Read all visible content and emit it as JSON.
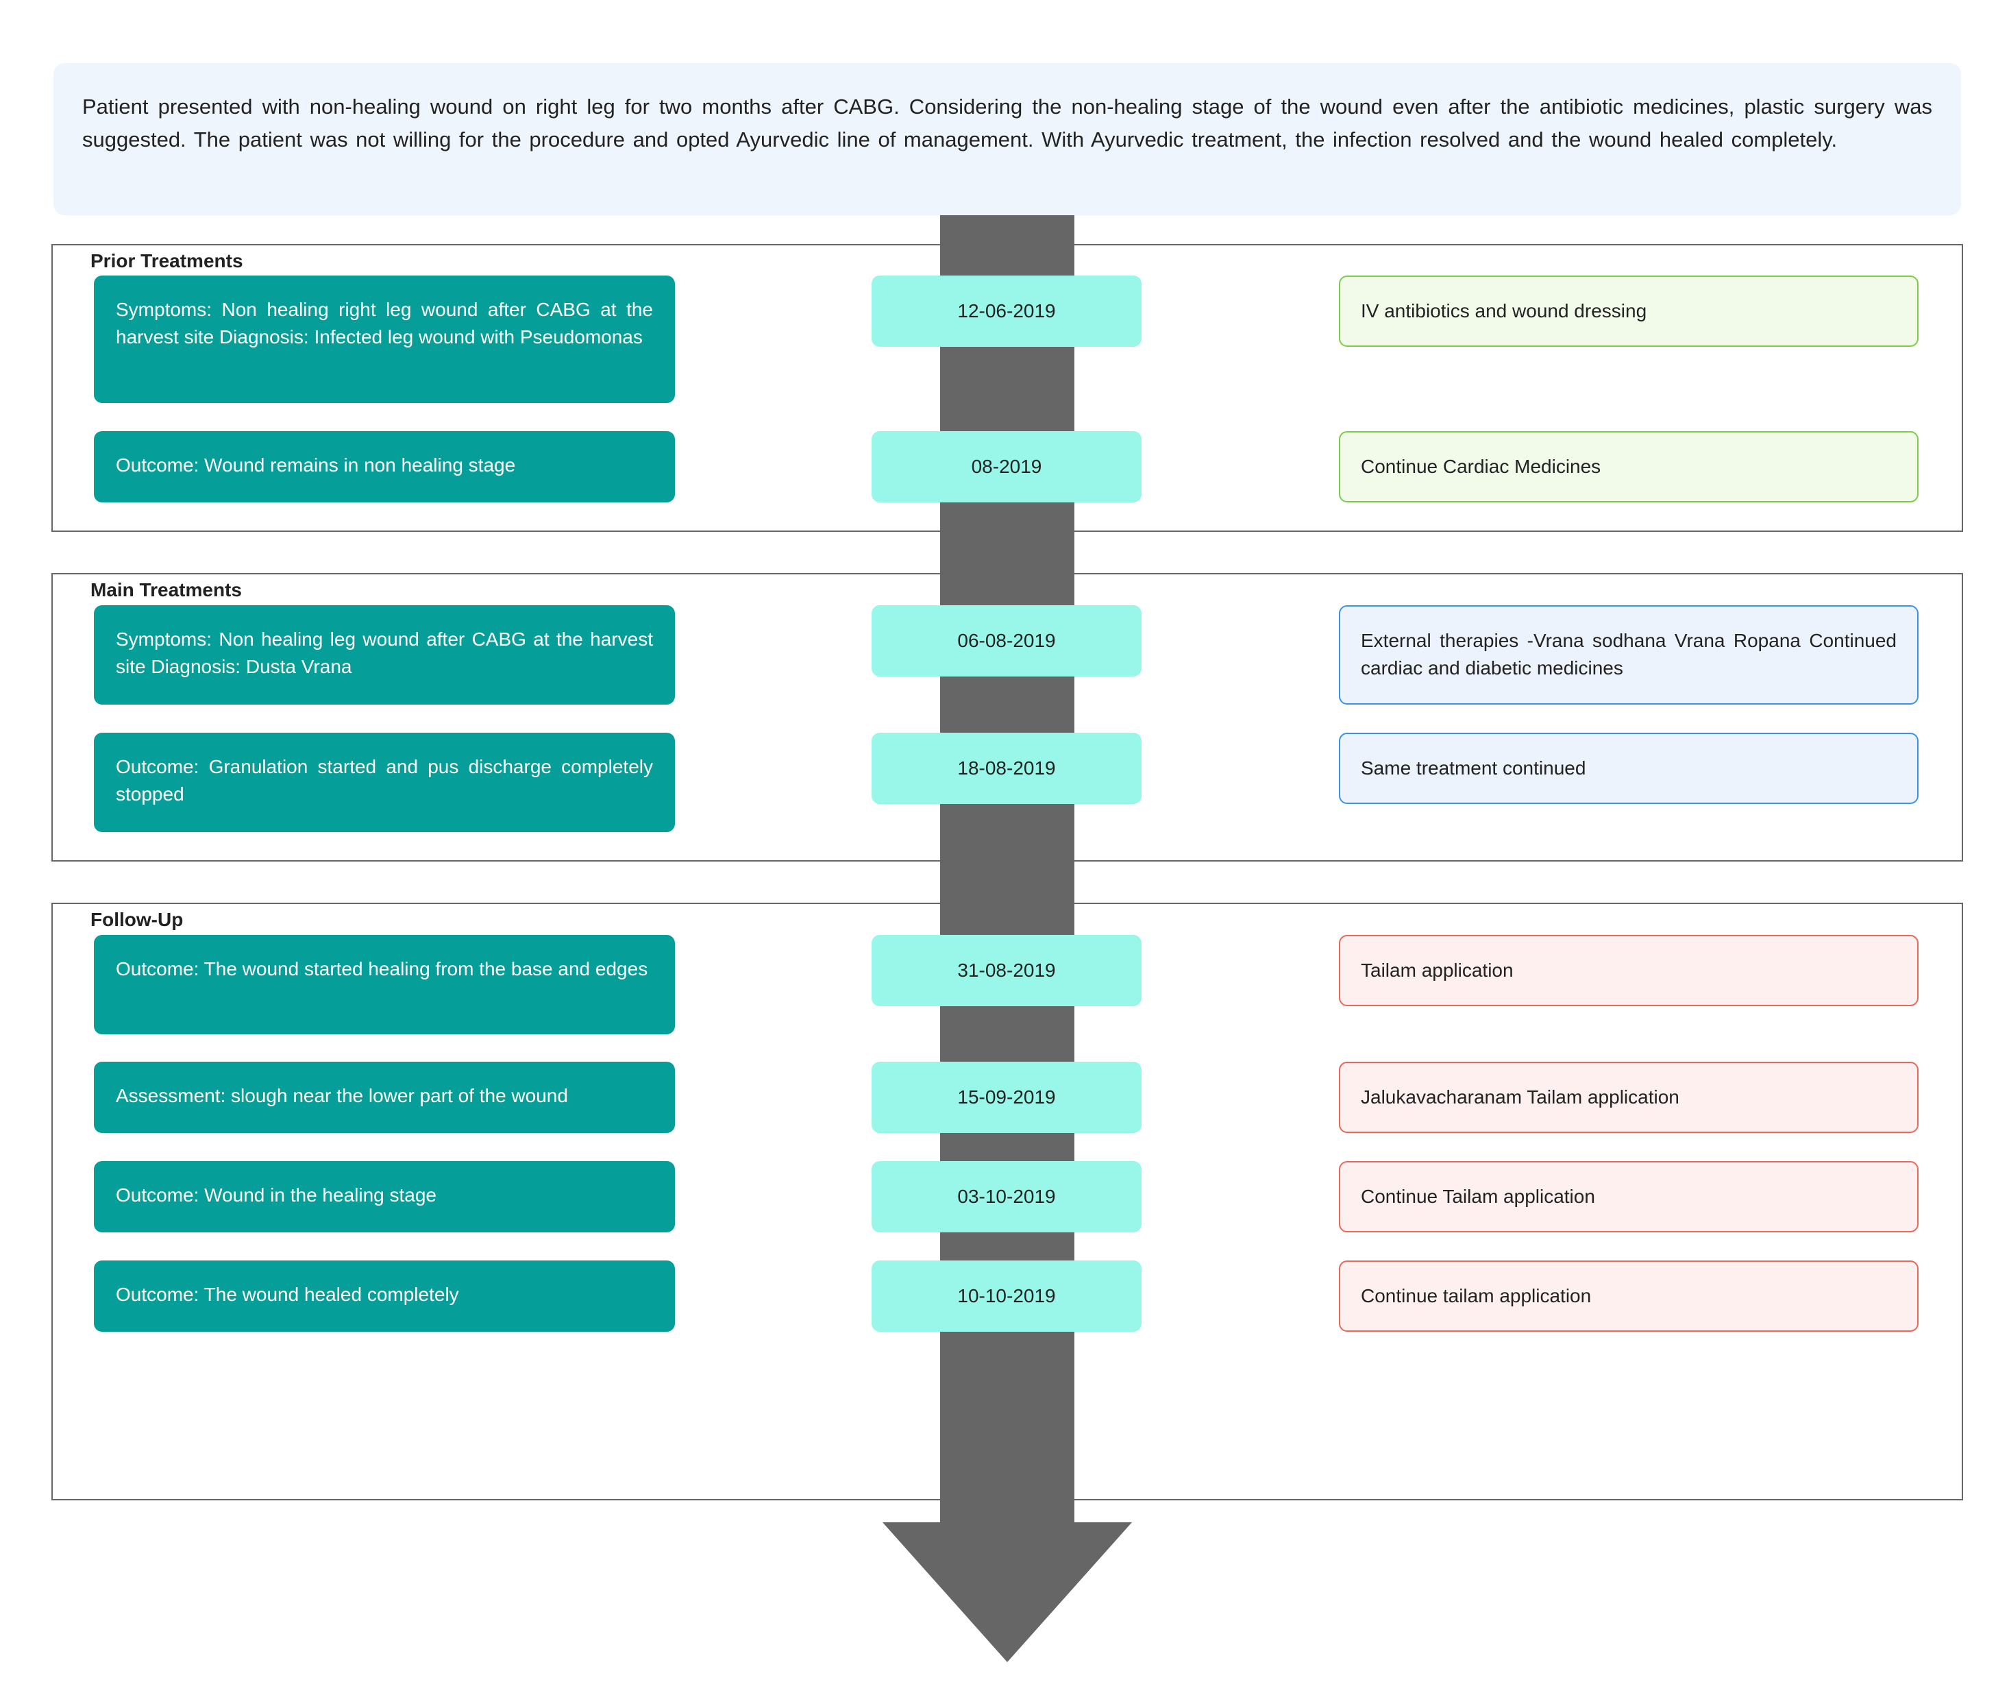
{
  "summary": "Patient presented with non-healing wound on right leg for two months after CABG. Considering the non-healing stage of the wound even after the antibiotic medicines, plastic surgery was suggested. The patient was not willing for the procedure and opted Ayurvedic line of management. With Ayurvedic treatment, the infection resolved and the wound healed completely.",
  "colors": {
    "left_box": "#069e99",
    "date_box": "#98f7e8",
    "arrow": "#666666",
    "prior_border": "#7dcc4a",
    "main_border": "#3b93e8",
    "follow_border": "#e8685c"
  },
  "sections": [
    {
      "title": "Prior Treatments",
      "rows": [
        {
          "left": "Symptoms: Non healing right leg wound after CABG at the harvest site Diagnosis: Infected leg wound with Pseudomonas",
          "date": "12-06-2019",
          "right": "IV antibiotics and wound dressing"
        },
        {
          "left": "Outcome: Wound remains in non healing stage",
          "date": "08-2019",
          "right": "Continue Cardiac Medicines"
        }
      ]
    },
    {
      "title": "Main Treatments",
      "rows": [
        {
          "left": "Symptoms: Non healing leg wound after CABG at the harvest site Diagnosis: Dusta Vrana",
          "date": "06-08-2019",
          "right": "External therapies -Vrana sodhana Vrana Ropana Continued cardiac and diabetic medicines"
        },
        {
          "left": "Outcome: Granulation started and pus discharge completely stopped",
          "date": "18-08-2019",
          "right": "Same treatment continued"
        }
      ]
    },
    {
      "title": "Follow-Up",
      "rows": [
        {
          "left": "Outcome: The wound started healing from the base and edges",
          "date": "31-08-2019",
          "right": "Tailam application"
        },
        {
          "left": "Assessment: slough near the lower part of the wound",
          "date": "15-09-2019",
          "right": "Jalukavacharanam Tailam application"
        },
        {
          "left": "Outcome: Wound in the healing stage",
          "date": "03-10-2019",
          "right": "Continue Tailam application"
        },
        {
          "left": "Outcome: The wound healed completely",
          "date": "10-10-2019",
          "right": "Continue tailam application"
        }
      ]
    }
  ]
}
